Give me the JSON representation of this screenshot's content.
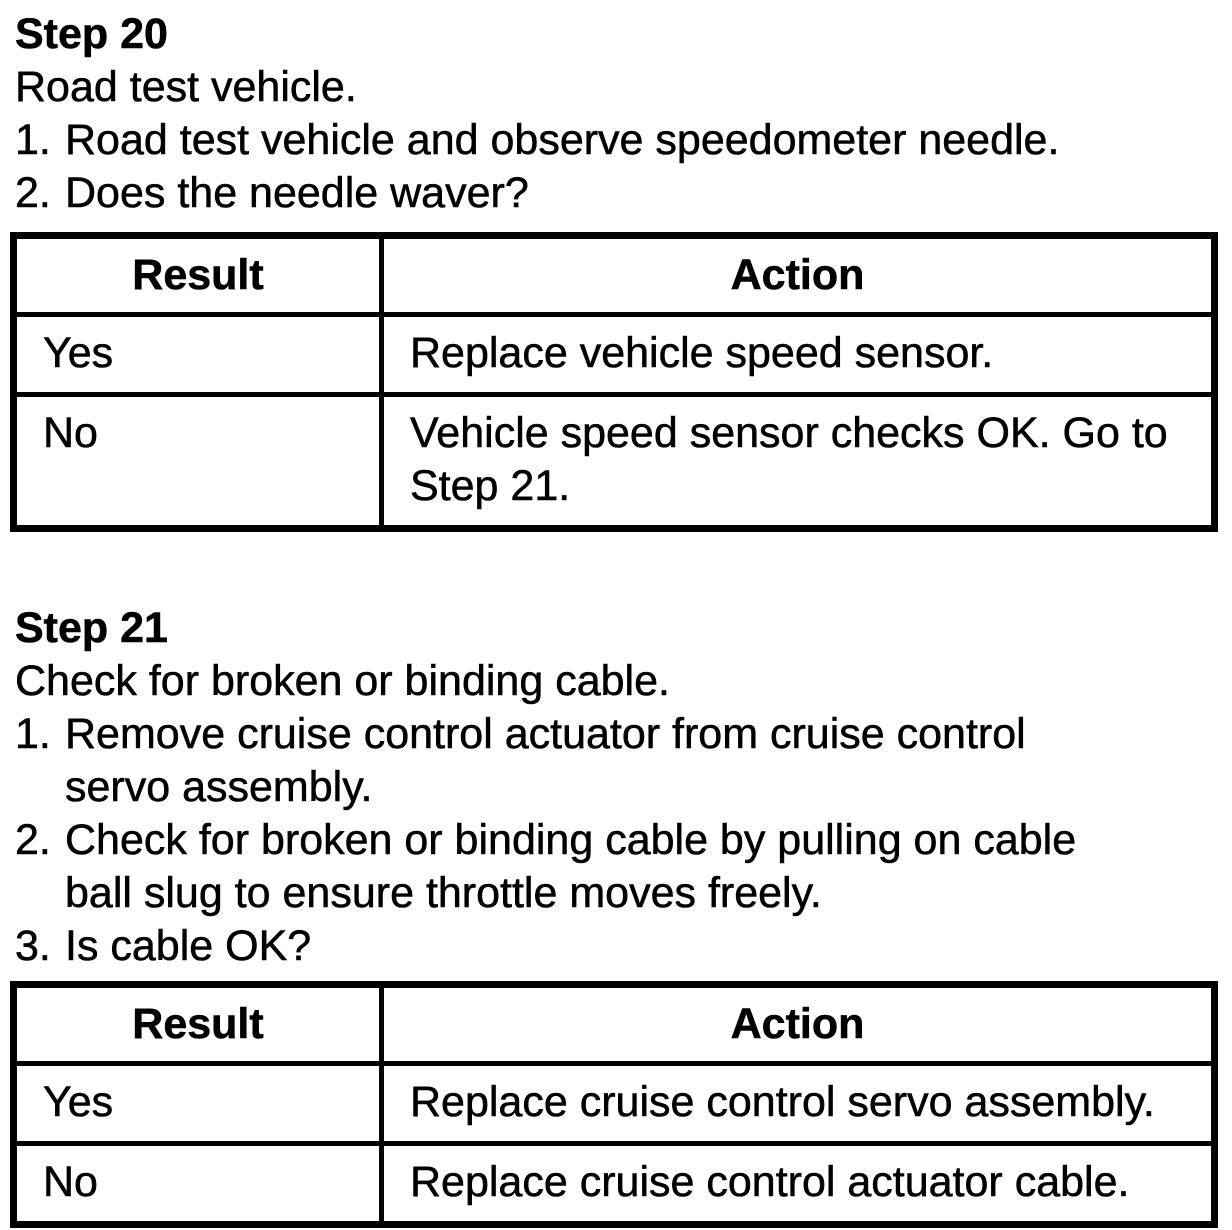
{
  "page": {
    "background": "#ffffff",
    "text_color": "#000000"
  },
  "steps": [
    {
      "title": "Step 20",
      "intro": "Road test vehicle.",
      "items": [
        {
          "num": "1.",
          "text": "Road test vehicle and observe speedometer needle."
        },
        {
          "num": "2.",
          "text": "Does the needle waver?"
        }
      ],
      "table": {
        "result_header": "Result",
        "action_header": "Action",
        "rows": [
          {
            "result": "Yes",
            "action": "Replace vehicle speed sensor."
          },
          {
            "result": "No",
            "action": "Vehicle speed sensor checks OK. Go to\nStep 21."
          }
        ]
      }
    },
    {
      "title": "Step 21",
      "intro": "Check for broken or binding cable.",
      "items": [
        {
          "num": "1.",
          "text": "Remove cruise control actuator from cruise control\nservo assembly."
        },
        {
          "num": "2.",
          "text": "Check for broken or binding cable by pulling on cable\nball slug to ensure throttle moves freely."
        },
        {
          "num": "3.",
          "text": "Is cable OK?"
        }
      ],
      "table": {
        "result_header": "Result",
        "action_header": "Action",
        "rows": [
          {
            "result": "Yes",
            "action": "Replace cruise control servo assembly."
          },
          {
            "result": "No",
            "action": "Replace cruise control actuator cable."
          }
        ]
      }
    }
  ]
}
